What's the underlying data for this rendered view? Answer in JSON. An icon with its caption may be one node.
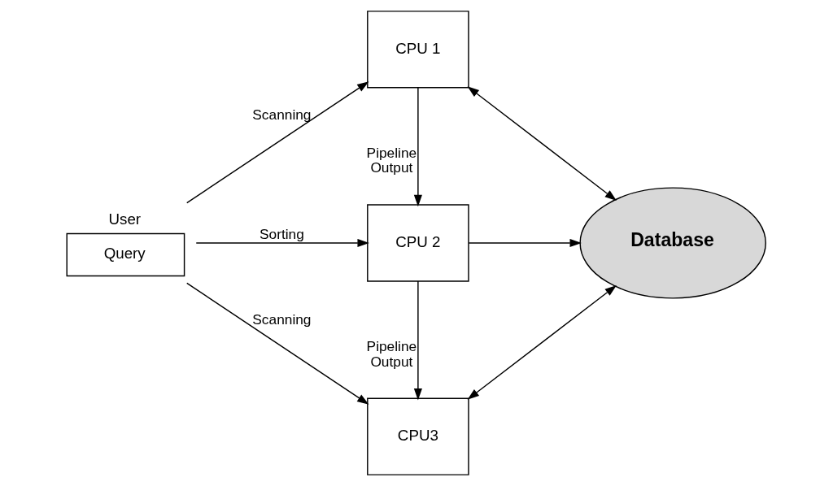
{
  "diagram": {
    "nodes": [
      {
        "text": [
          "User",
          "Query"
        ]
      },
      {
        "text": [
          "CPU 1"
        ]
      },
      {
        "text": [
          "CPU 2"
        ]
      },
      {
        "text": [
          "CPU3"
        ]
      },
      {
        "text": [
          "Database"
        ]
      }
    ],
    "edges": [
      {
        "from": 0,
        "to": 1,
        "arrow": "to",
        "label": "Scanning"
      },
      {
        "from": 0,
        "to": 2,
        "arrow": "to",
        "label": "Sorting"
      },
      {
        "from": 0,
        "to": 3,
        "arrow": "to",
        "label": "Scanning"
      },
      {
        "from": 1,
        "to": 2,
        "arrow": "to",
        "label": "Pipeline Output"
      },
      {
        "from": 2,
        "to": 3,
        "arrow": "to",
        "label": "Pipeline Output"
      },
      {
        "from": 1,
        "to": 4,
        "arrow": "both"
      },
      {
        "from": 2,
        "to": 4,
        "arrow": "to"
      },
      {
        "from": 3,
        "to": 4,
        "arrow": "both"
      }
    ]
  }
}
